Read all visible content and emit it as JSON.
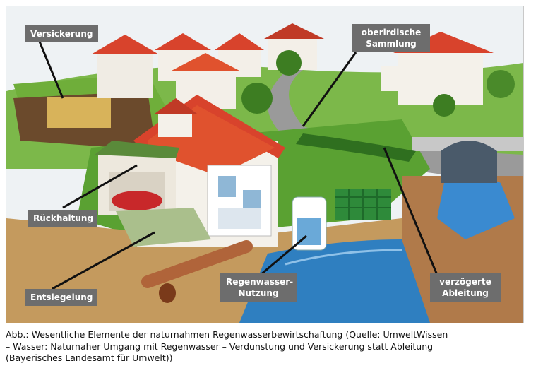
{
  "labels": {
    "versickerung": "Versickerung",
    "sammlung_line1": "oberirdische",
    "sammlung_line2": "Sammlung",
    "rueckhaltung": "Rückhaltung",
    "entsiegelung": "Entsiegelung",
    "nutzung_line1": "Regenwasser-",
    "nutzung_line2": "Nutzung",
    "ableitung_line1": "verzögerte",
    "ableitung_line2": "Ableitung"
  },
  "caption": {
    "line1": "Abb.: Wesentliche Elemente der naturnahmen Regenwasserbewirtschaftung (Quelle: UmweltWissen",
    "line2": "– Wasser: Naturnaher Umgang mit Regenwasser – Verdunstung und Versickerung statt Ableitung",
    "line3": "(Bayerisches Landesamt für Umwelt))"
  },
  "colors": {
    "label_bg": "#6d6d6d",
    "roof": "#d8432c",
    "grass": "#4f9a2c",
    "soil": "#c49a5e",
    "water": "#2f7fc0",
    "road": "#9a9a9a"
  }
}
